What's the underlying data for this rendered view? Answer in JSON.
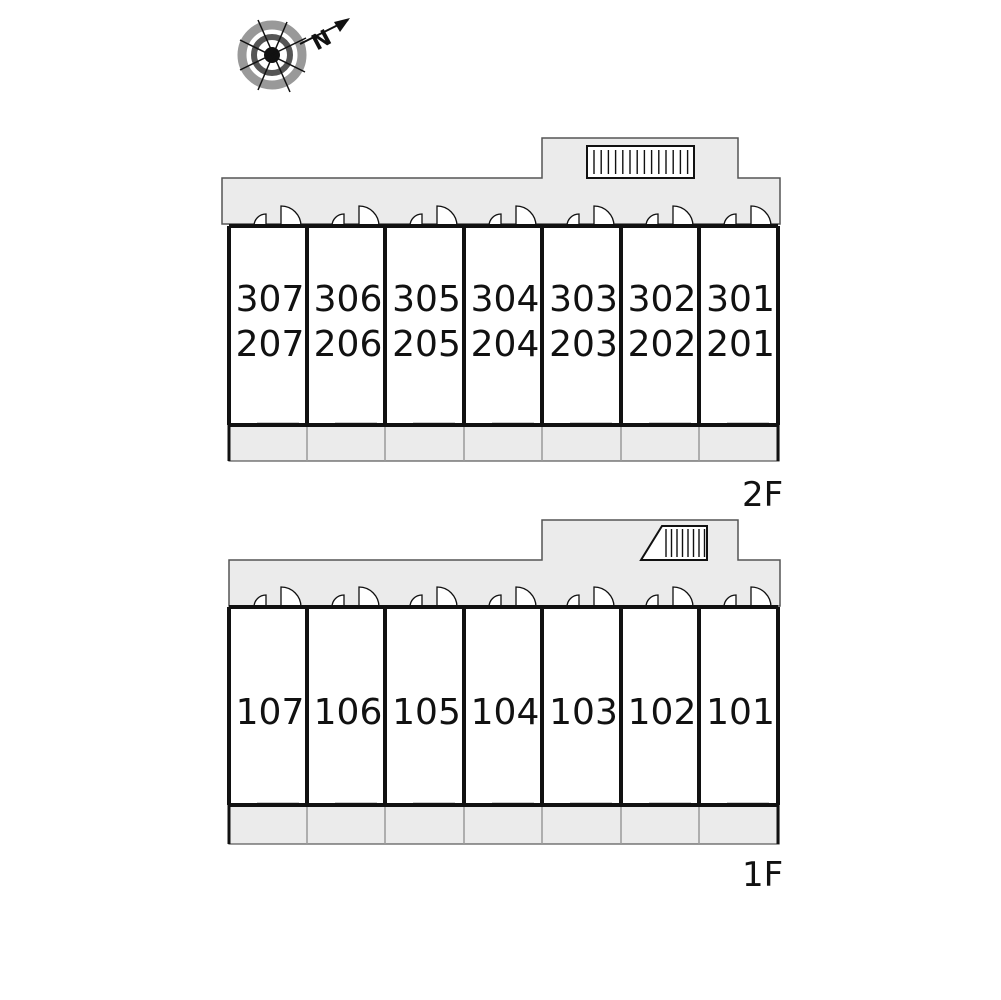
{
  "compass": {
    "north_label": "N",
    "icon": "compass-rose-icon"
  },
  "floors": [
    {
      "id": "upper",
      "label": "2F",
      "units_top": [
        "307",
        "306",
        "305",
        "304",
        "303",
        "302",
        "301"
      ],
      "units_bottom": [
        "207",
        "206",
        "205",
        "204",
        "203",
        "202",
        "201"
      ],
      "stair_icon": "stair-icon"
    },
    {
      "id": "ground",
      "label": "1F",
      "units_top": [
        "107",
        "106",
        "105",
        "104",
        "103",
        "102",
        "101"
      ],
      "units_bottom": [],
      "stair_icon": "stair-icon"
    }
  ],
  "colors": {
    "corridor": "#ebebeb",
    "wall": "#111111",
    "outline": "#555555"
  }
}
